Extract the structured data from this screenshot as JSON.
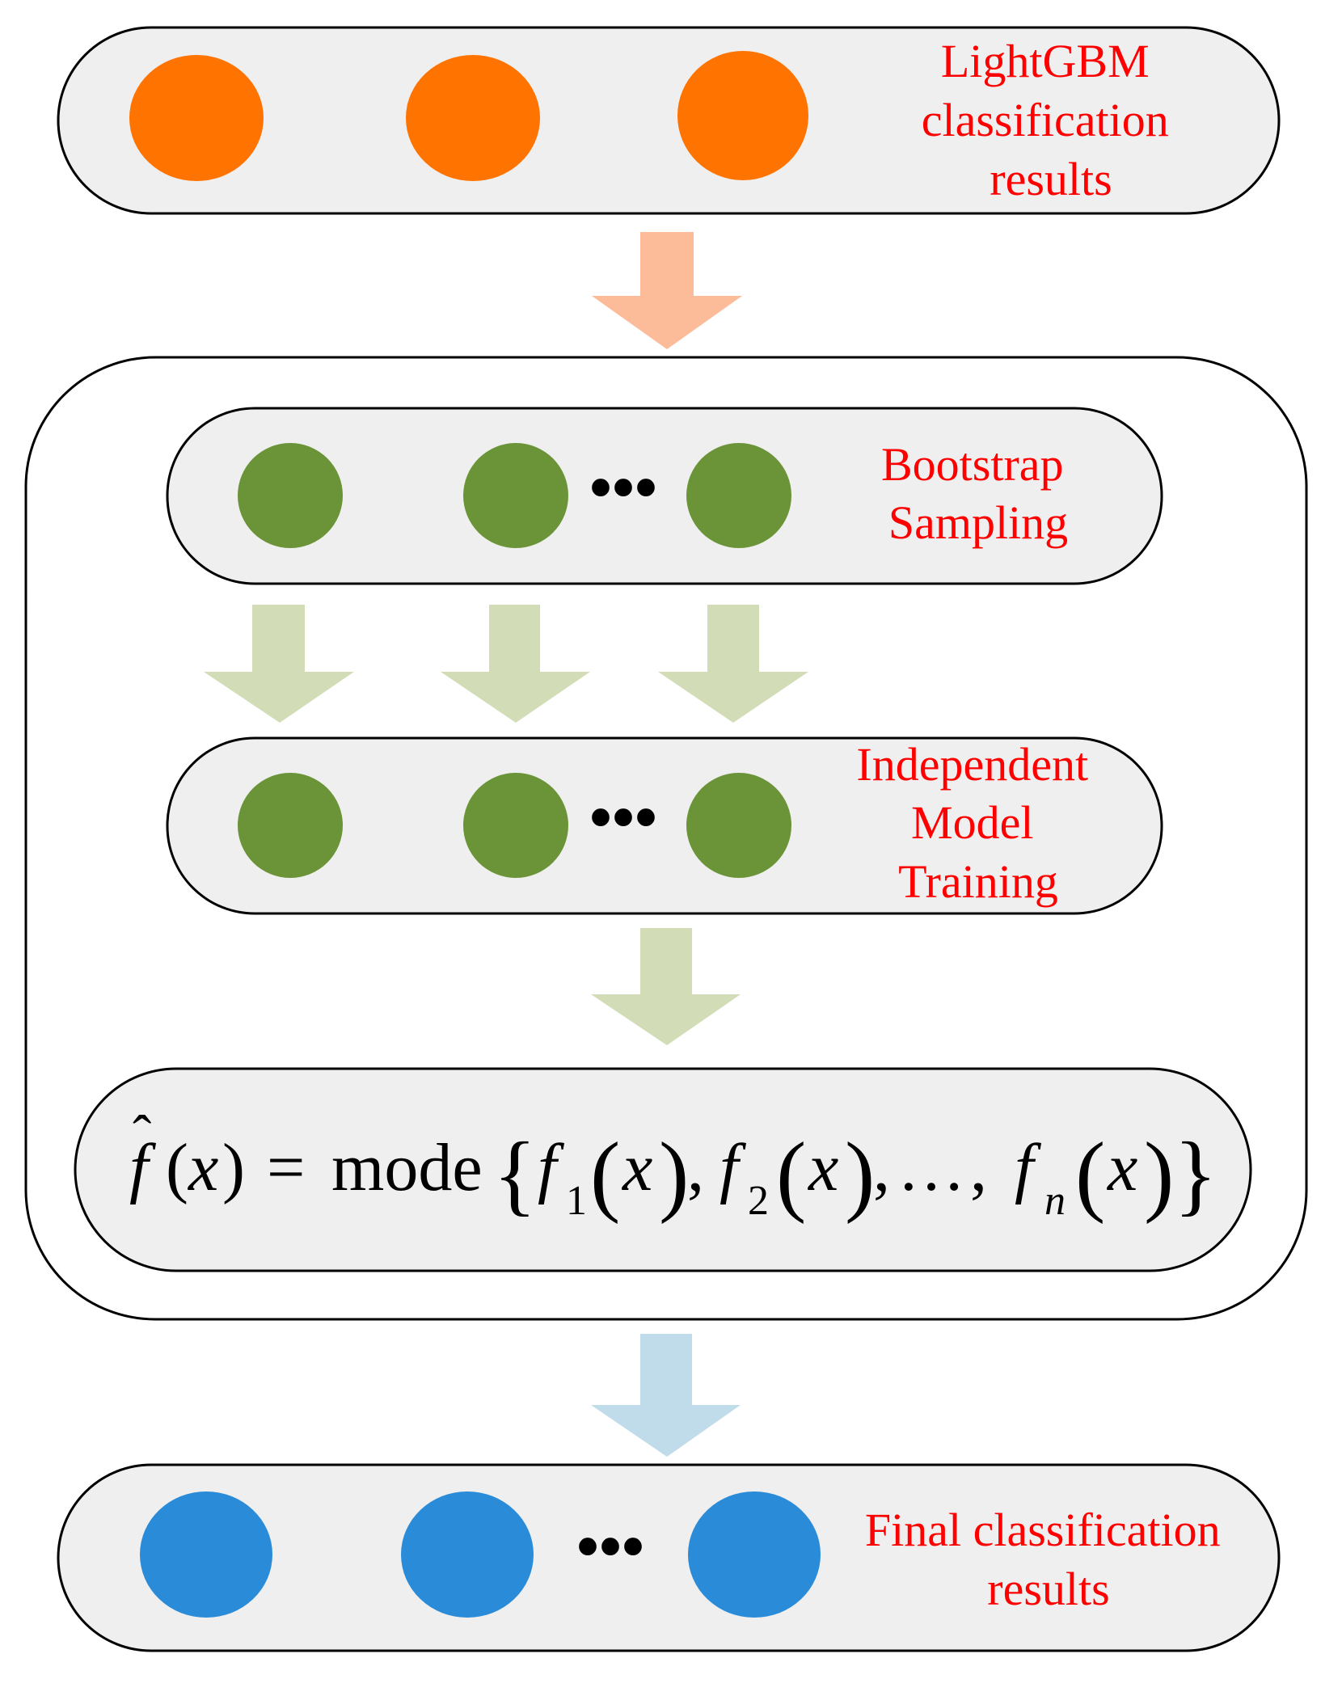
{
  "colors": {
    "label_red": "#ff0000",
    "orange_node": "#ff7300",
    "green_node": "#6b9337",
    "blue_node": "#2a8bd8",
    "arrow_orange": "#fcbc99",
    "arrow_green": "#d2ddb8",
    "arrow_blue": "#c0dbea"
  },
  "stages": {
    "lightgbm": {
      "label_lines": [
        "LightGBM",
        "classification",
        "results"
      ]
    },
    "bootstrap": {
      "label_lines": [
        "Bootstrap",
        "Sampling"
      ],
      "ellipsis": "•••"
    },
    "training": {
      "label_lines": [
        "Independent",
        "Model",
        "Training"
      ],
      "ellipsis": "•••"
    },
    "final": {
      "label_lines": [
        "Final classification",
        "results"
      ],
      "ellipsis": "•••"
    }
  },
  "formula": {
    "text": "f̂(x) = mode{ f1(x), f2(x), …, fn(x) }",
    "f": "f",
    "hat": "ˆ",
    "x": "x",
    "lparen": "(",
    "rparen": ")",
    "equals": "=",
    "mode": "mode",
    "lbrace": "{",
    "rbrace": "}",
    "comma": ",",
    "dots": "…",
    "sub1": "1",
    "sub2": "2",
    "subn": "n"
  }
}
